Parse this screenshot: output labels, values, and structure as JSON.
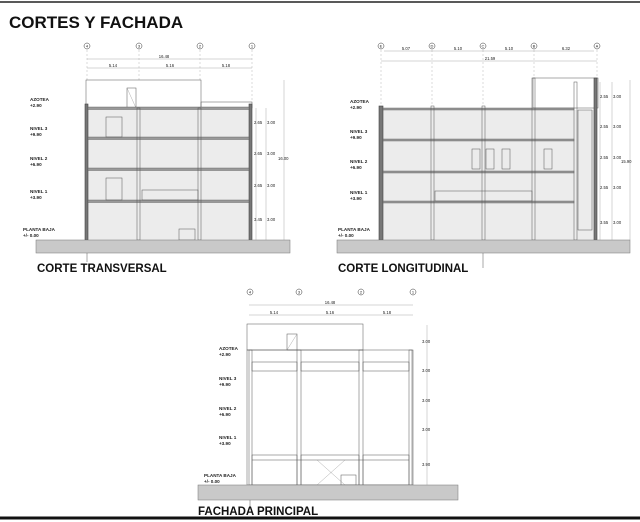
{
  "sheet_title": "CORTES Y FACHADA",
  "levels": {
    "azotea": {
      "name": "AZOTEA",
      "elev": "+2.90"
    },
    "nivel3": {
      "name": "NIVEL 3",
      "elev": "+9.90"
    },
    "nivel2": {
      "name": "NIVEL 2",
      "elev": "+6.90"
    },
    "nivel1": {
      "name": "NIVEL 1",
      "elev": "+3.90"
    },
    "planta_baja": {
      "name": "PLANTA BAJA",
      "elev": "+/- 0.00"
    }
  },
  "corte_transversal": {
    "title": "CORTE TRANSVERSAL",
    "axes": [
      "4",
      "3",
      "2",
      "1"
    ],
    "total_width": "16.48",
    "spans": [
      "5.14",
      "5.16",
      "5.18"
    ],
    "clear_heights": [
      "2.65",
      "2.65",
      "2.65",
      "3.45"
    ],
    "floor_heights": [
      "3.00",
      "3.00",
      "3.00",
      "3.00"
    ],
    "total_height": "16.00"
  },
  "corte_longitudinal": {
    "title": "CORTE LONGITUDINAL",
    "axes": [
      "E",
      "D",
      "C",
      "B",
      "A"
    ],
    "total_width": "21.59",
    "spans": [
      "5.07",
      "5.10",
      "5.10",
      "6.32"
    ],
    "clear_heights": [
      "2.55",
      "2.55",
      "2.55",
      "2.55",
      "3.55"
    ],
    "floor_heights": [
      "3.00",
      "3.00",
      "3.00",
      "3.00",
      "3.00"
    ],
    "total_height": "15.90"
  },
  "fachada_principal": {
    "title": "FACHADA PRINCIPAL",
    "axes": [
      "4",
      "3",
      "2",
      "1"
    ],
    "total_width": "16.48",
    "spans": [
      "5.14",
      "5.16",
      "5.18"
    ],
    "floor_heights": [
      "3.00",
      "3.00",
      "3.00",
      "3.00",
      "3.90"
    ]
  }
}
